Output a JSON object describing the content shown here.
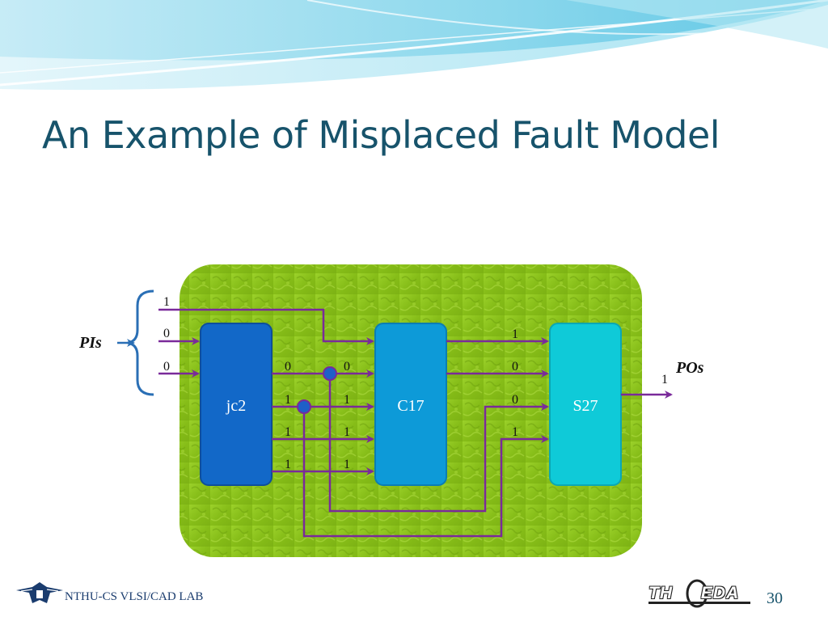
{
  "title": "An Example of Misplaced Fault Model",
  "blocks": {
    "jc2": "jc2",
    "c17": "C17",
    "s27": "S27"
  },
  "io": {
    "pis": "PIs",
    "pos": "POs"
  },
  "pi_values": [
    "1",
    "0",
    "0"
  ],
  "jc2_outputs": [
    "0",
    "1",
    "1",
    "1"
  ],
  "c17_inputs": [
    "0",
    "1",
    "1",
    "1"
  ],
  "s27_inputs": [
    "1",
    "0",
    "0",
    "1"
  ],
  "po_value": "1",
  "footer": {
    "lab": "NTHU-CS VLSI/CAD LAB",
    "page": "30",
    "logo_right": "TH EDA",
    "logo_theta": "Θ"
  },
  "colors": {
    "wire": "#7a2a9a",
    "jc2": "#1268c8",
    "c17": "#0d9ad8",
    "s27": "#0fcad8",
    "board": "#8cc21a",
    "title": "#17536b"
  }
}
